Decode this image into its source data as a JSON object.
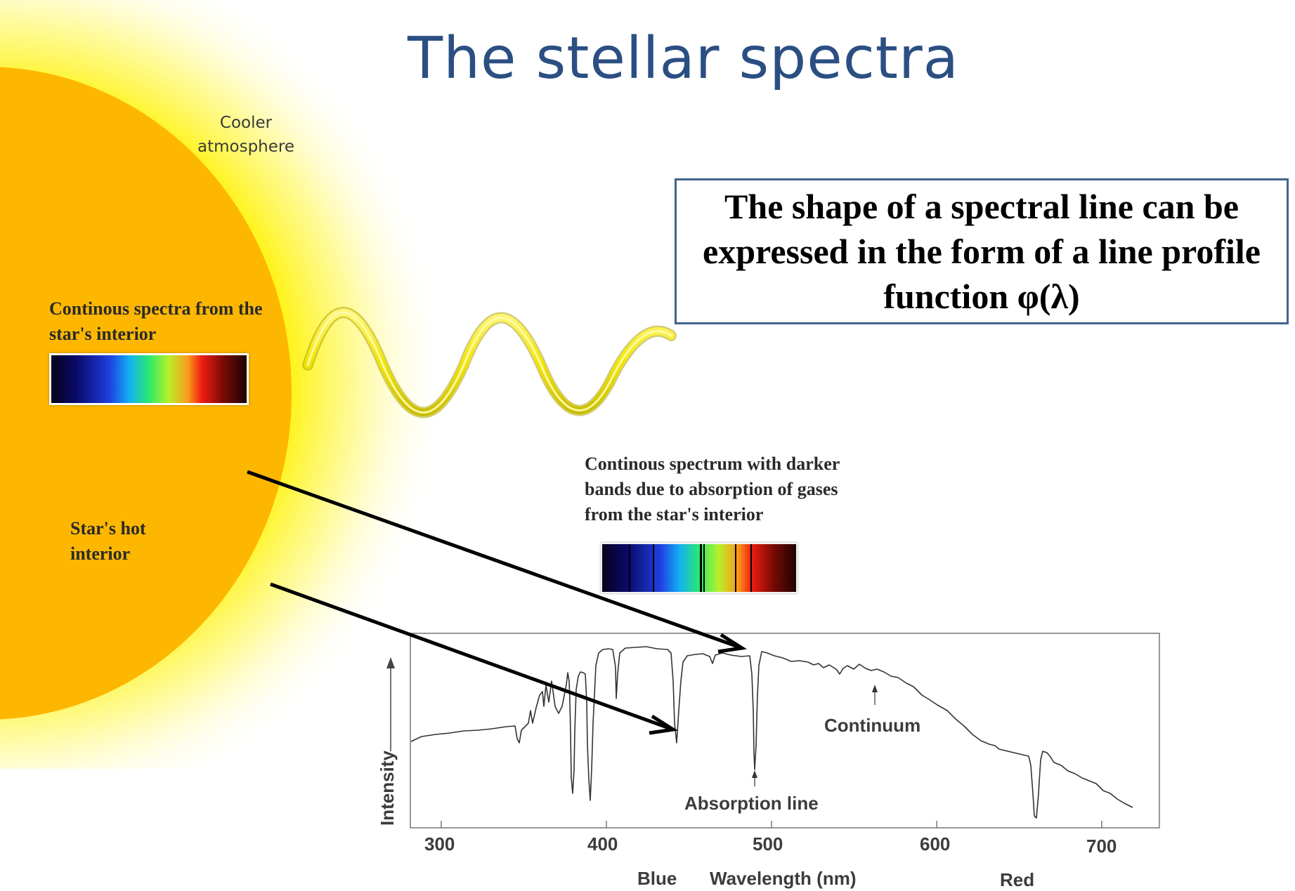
{
  "title": "The stellar spectra",
  "labels": {
    "cooler_atmosphere": "Cooler atmosphere",
    "continuous_interior": "Continous spectra from the star's interior",
    "hot_interior": "Star's hot interior",
    "absorption_spectrum": "Continous spectrum with darker bands due to absorption of gases from the star's interior"
  },
  "callout": {
    "text": "The shape of a spectral line can be expressed in the form of a line profile function φ(λ)"
  },
  "plot": {
    "ylabel": "Intensity",
    "xlabel": "Wavelength (nm)",
    "blue_label": "Blue",
    "red_label": "Red",
    "continuum_label": "Continuum",
    "absorption_label": "Absorption line",
    "ticks": [
      "300",
      "400",
      "500",
      "600",
      "700"
    ]
  },
  "colors": {
    "title": "#2b4f82",
    "star_interior": "#fdb700",
    "star_glow": "#ffef00",
    "callout_border": "#41648f"
  }
}
